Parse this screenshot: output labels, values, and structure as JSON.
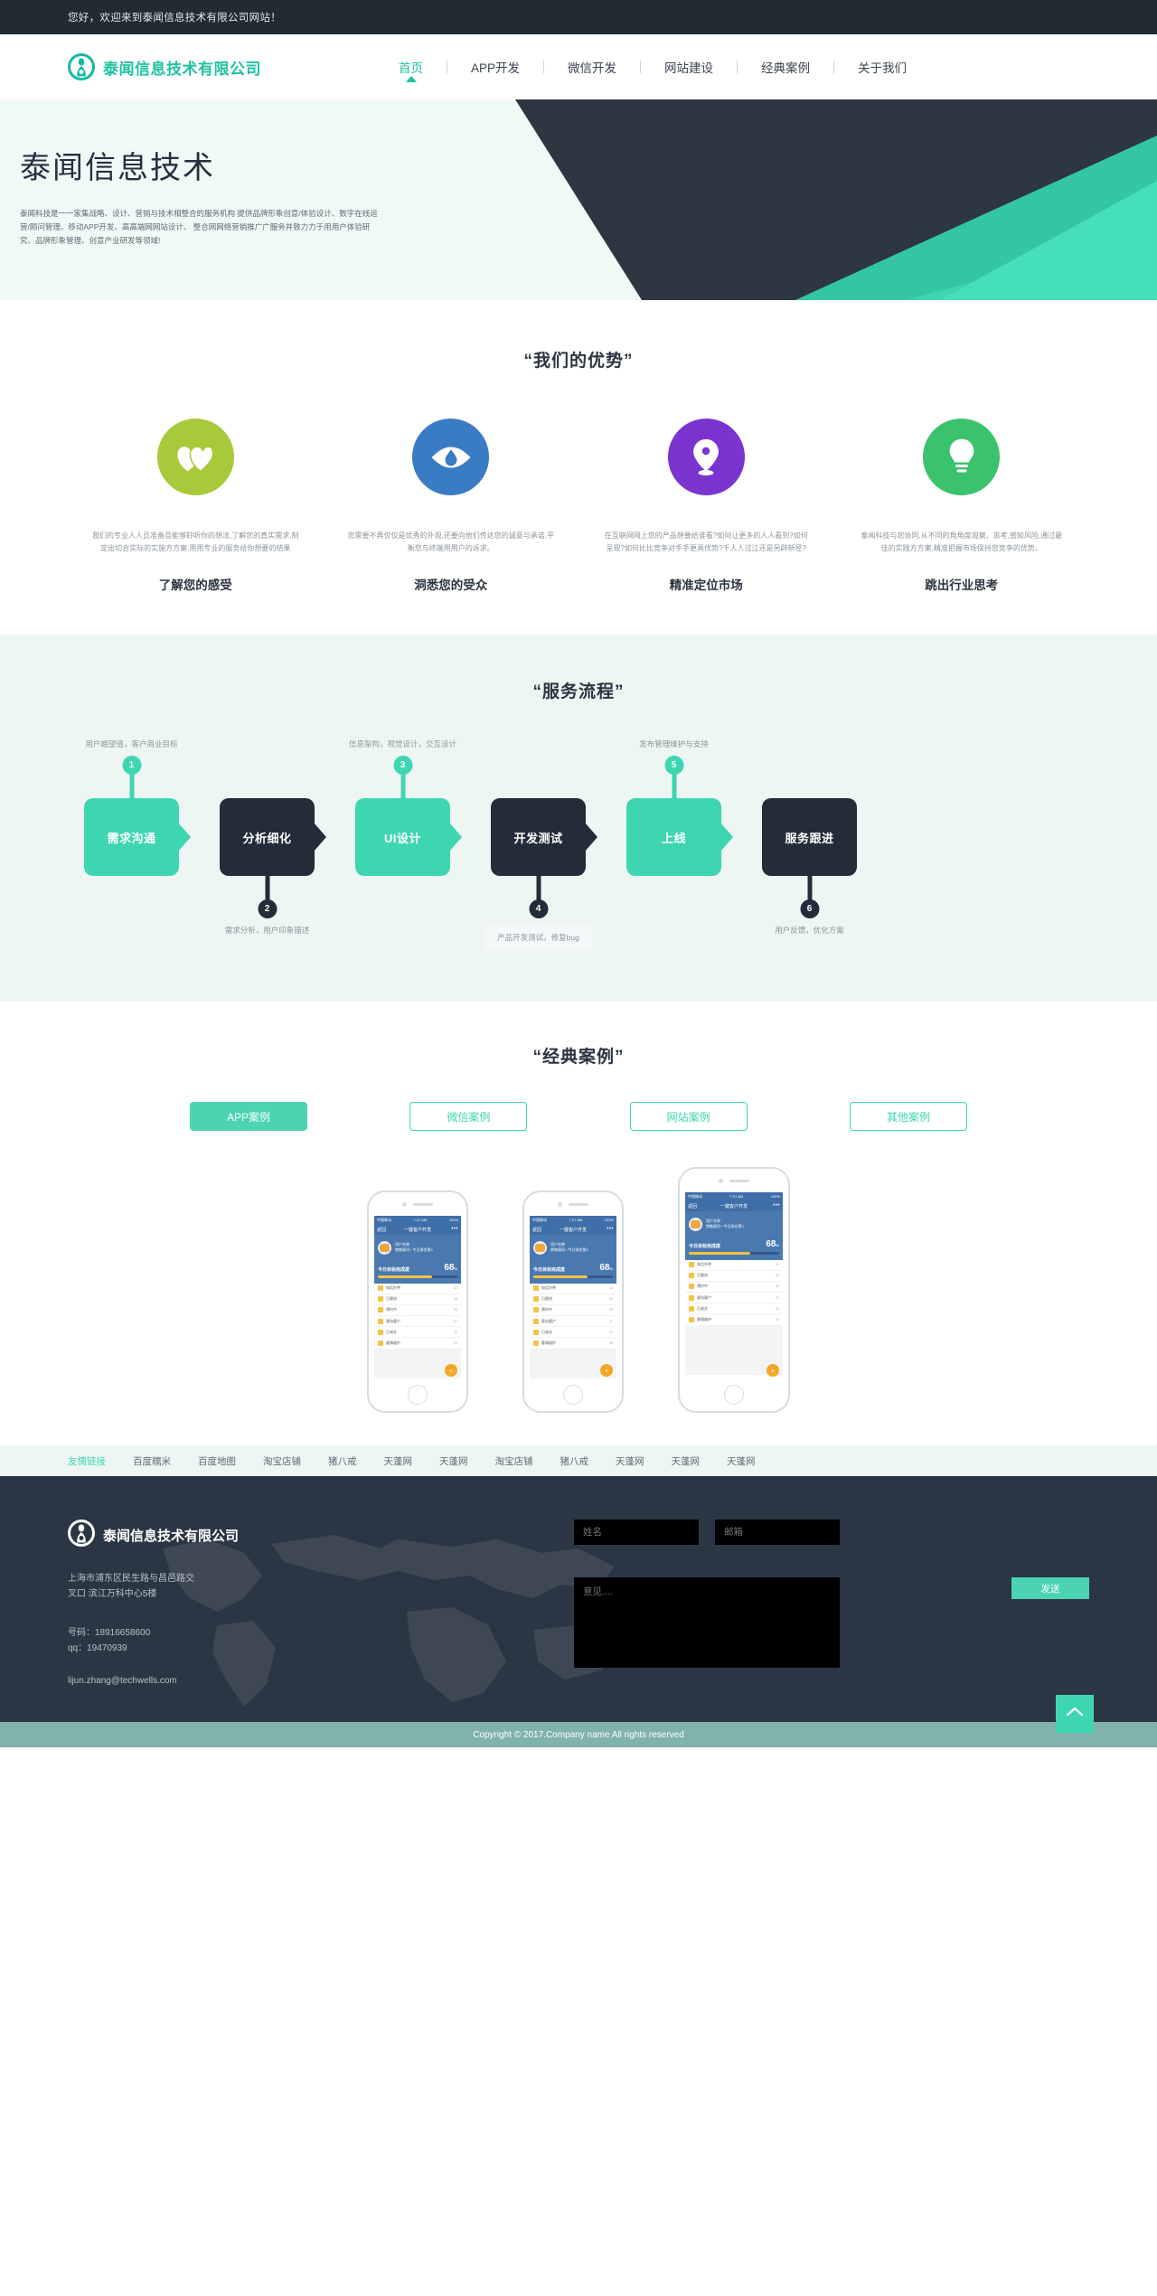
{
  "topbar": {
    "greeting": "您好，欢迎来到泰闻信息技术有限公司网站！"
  },
  "header": {
    "brand": "泰闻信息技术有限公司",
    "logo_icon": "person-circle-logo-icon",
    "nav": [
      {
        "label": "首页",
        "active": true
      },
      {
        "label": "APP开发",
        "active": false
      },
      {
        "label": "微信开发",
        "active": false
      },
      {
        "label": "网站建设",
        "active": false
      },
      {
        "label": "经典案例",
        "active": false
      },
      {
        "label": "关于我们",
        "active": false
      }
    ]
  },
  "hero": {
    "title": "泰闻信息技术",
    "desc": "泰闻科技是一一家集战略、设计、营销与技术相整合的服务机构 提供品牌形象创意/体验设计、数字在线运营/顾问管理、移动APP开发、高高端网网站设计、 整合网网络营销推广广服务并致力力于用用户体验研究、品牌形象管理、创意产业研发等领域!",
    "colors": {
      "bg": "#effaf7",
      "dark": "#2c3742",
      "teal": "#3ed6b0"
    }
  },
  "advantages": {
    "title": "“我们的优势”",
    "items": [
      {
        "icon": "two-hearts-icon",
        "color": "#a8c93a",
        "desc": "我们的专业人人员准备且能够聆听你的想法,了解您的真实需求,制定出切合实际的实施方方案,用用专业的服务给你想要的结果",
        "heading": "了解您的感受"
      },
      {
        "icon": "eye-drop-icon",
        "color": "#3a7cc4",
        "desc": "您需要不再仅仅是优秀的外观,还要向他们传达您的诚意与承诺,平衡您与终端用用户的诉求。",
        "heading": "洞悉您的受众"
      },
      {
        "icon": "map-pin-icon",
        "color": "#7a34cf",
        "desc": "在互联网网上您的产品想要给谁看?如何让更多的人人看到?如何呈现?如何比比竞争对手手更具优势?千人人过江还是另辟新径?",
        "heading": "精准定位市场"
      },
      {
        "icon": "lightbulb-icon",
        "color": "#3bc26c",
        "desc": "泰闻科技与您协同,从不同的角角度观察、思考,感知风险,通过最佳的实践方方案,精准把握市场保持您竞争的优势。",
        "heading": "跳出行业思考"
      }
    ]
  },
  "process": {
    "title": "“服务流程”",
    "steps": [
      {
        "num": "1",
        "label": "需求沟通",
        "caption": "用户期望值，客户商业目标",
        "theme": "teal",
        "pin": "up",
        "boxed": false
      },
      {
        "num": "2",
        "label": "分析细化",
        "caption": "需求分析，用户印象描述",
        "theme": "dark",
        "pin": "down",
        "boxed": false
      },
      {
        "num": "3",
        "label": "UI设计",
        "caption": "信息架构，视觉设计，交互设计",
        "theme": "teal",
        "pin": "up",
        "boxed": false
      },
      {
        "num": "4",
        "label": "开发测试",
        "caption": "产品开发测试，修复bug",
        "theme": "dark",
        "pin": "down",
        "boxed": true
      },
      {
        "num": "5",
        "label": "上线",
        "caption": "发布管理维护与支持",
        "theme": "teal",
        "pin": "up",
        "boxed": false
      },
      {
        "num": "6",
        "label": "服务跟进",
        "caption": "用户反馈，优化方案",
        "theme": "dark",
        "pin": "down",
        "boxed": false
      }
    ]
  },
  "cases": {
    "title": "“经典案例”",
    "tabs": [
      {
        "label": "APP案例",
        "active": true
      },
      {
        "label": "微信案例",
        "active": false
      },
      {
        "label": "网站案例",
        "active": false
      },
      {
        "label": "其他案例",
        "active": false
      }
    ],
    "phone_screen": {
      "status_left": "中国移动",
      "status_center": "7:27 AM",
      "status_right": "100%",
      "nav_back": "返回",
      "nav_title": "一键客户开发",
      "nav_dots": "•••",
      "profile_name": "用户名称",
      "profile_sub": "销售顾问 / 今日排名第3",
      "goal_label": "今日目标完成度",
      "goal_pct": "68",
      "goal_pct_unit": "%",
      "list": [
        {
          "title": "电话外呼",
          "meta": "12"
        },
        {
          "title": "已跟进",
          "meta": "08"
        },
        {
          "title": "预约中",
          "meta": "05"
        },
        {
          "title": "意向客户",
          "meta": "07"
        },
        {
          "title": "已成交",
          "meta": "03"
        },
        {
          "title": "客情维护",
          "meta": "09"
        }
      ],
      "fab": "+"
    }
  },
  "friend_links": {
    "label": "友情链接",
    "items": [
      "百度糯米",
      "百度地图",
      "淘宝店铺",
      "猪八戒",
      "天蓬网",
      "天蓬网",
      "淘宝店铺",
      "猪八戒",
      "天蓬网",
      "天蓬网",
      "天蓬网"
    ]
  },
  "footer": {
    "brand": "泰闻信息技术有限公司",
    "logo_icon": "person-circle-logo-icon",
    "address": "上海市浦东区民生路与昌邑路交\n叉口 滨江万科中心5楼",
    "phone": "号码：18916658600",
    "qq": "qq：19470939",
    "email": "lijun.zhang@techwells.com",
    "form": {
      "name_placeholder": "姓名",
      "email_placeholder": "邮箱",
      "message_placeholder": "意见....",
      "send_label": "发送"
    },
    "back_to_top_icon": "chevron-up-icon"
  },
  "copyright": {
    "text": "Copyright © 2017.Company name All rights reserved"
  },
  "colors": {
    "teal": "#3ed6b0",
    "dark_navy": "#232c38",
    "topbar": "#222b33",
    "footer": "#2b3644",
    "copy_bar": "#7fb3ab"
  }
}
